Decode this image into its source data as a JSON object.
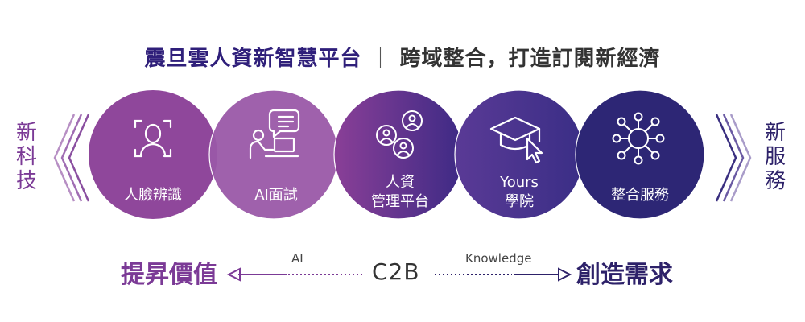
{
  "title": {
    "main": "震旦雲人資新智慧平台",
    "separator": "｜",
    "sub": "跨域整合，打造訂閱新經濟"
  },
  "left_side": {
    "chars": [
      "新",
      "科",
      "技"
    ],
    "color": "#7b3a96"
  },
  "right_side": {
    "chars": [
      "新",
      "服",
      "務"
    ],
    "color": "#2d2169"
  },
  "circles": [
    {
      "icon": "face-scan-icon",
      "label_lines": [
        "人臉辨識"
      ],
      "color": "#8a3f97"
    },
    {
      "icon": "interview-icon",
      "label_lines": [
        "AI面試"
      ],
      "color": "#9a58a8"
    },
    {
      "icon": "people-management-icon",
      "label_lines": [
        "人資",
        "管理平台"
      ],
      "color": "#5a2e88"
    },
    {
      "icon": "graduation-cap-icon",
      "label_lines": [
        "Yours",
        "學院"
      ],
      "color": "#4b3592"
    },
    {
      "icon": "network-hub-icon",
      "label_lines": [
        "整合服務"
      ],
      "color": "#2d2675"
    }
  ],
  "bottom": {
    "left_text": "提昇價值",
    "left_arrow_label": "AI",
    "center_text": "C2B",
    "right_arrow_label": "Knowledge",
    "right_text": "創造需求",
    "left_color": "#7b3a96",
    "right_color": "#2d2169"
  }
}
